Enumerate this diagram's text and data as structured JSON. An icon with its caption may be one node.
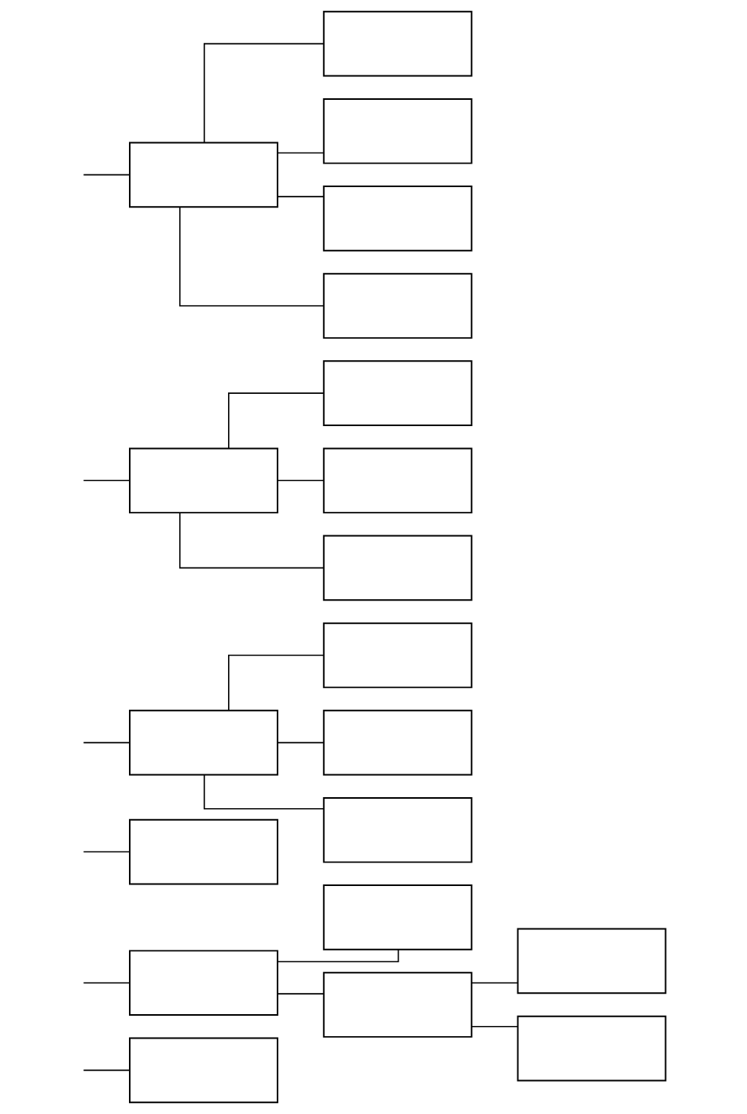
{
  "diagram": {
    "nodes": [
      {
        "text": [],
        "shape": "box"
      },
      {
        "text": [],
        "shape": "box"
      },
      {
        "text": [],
        "shape": "box"
      },
      {
        "text": [],
        "shape": "box"
      },
      {
        "text": [],
        "shape": "box"
      },
      {
        "text": [],
        "shape": "box"
      },
      {
        "text": [],
        "shape": "box"
      },
      {
        "text": [],
        "shape": "box"
      },
      {
        "text": [],
        "shape": "box"
      },
      {
        "text": [],
        "shape": "box"
      },
      {
        "text": [],
        "shape": "box"
      },
      {
        "text": [],
        "shape": "box"
      },
      {
        "text": [],
        "shape": "box"
      },
      {
        "text": [],
        "shape": "box"
      },
      {
        "text": [],
        "shape": "box"
      },
      {
        "text": [],
        "shape": "box"
      },
      {
        "text": [],
        "shape": "box"
      },
      {
        "text": [],
        "shape": "box"
      },
      {
        "text": [],
        "shape": "box"
      },
      {
        "text": [],
        "shape": "box"
      }
    ],
    "edges": [
      {
        "from": null,
        "to": 0,
        "arrow": "none"
      },
      {
        "from": null,
        "to": 1,
        "arrow": "none"
      },
      {
        "from": 1,
        "to": 2,
        "arrow": "none"
      },
      {
        "from": 1,
        "to": 3,
        "arrow": "none"
      },
      {
        "from": 3,
        "to": 4,
        "arrow": "none"
      },
      {
        "from": 3,
        "to": 5,
        "arrow": "none"
      },
      {
        "from": null,
        "to": 6,
        "arrow": "none"
      },
      {
        "from": null,
        "to": 7,
        "arrow": "none"
      },
      {
        "from": 7,
        "to": 8,
        "arrow": "none"
      },
      {
        "from": 7,
        "to": 9,
        "arrow": "none"
      },
      {
        "from": 7,
        "to": 10,
        "arrow": "none"
      },
      {
        "from": null,
        "to": 11,
        "arrow": "none"
      },
      {
        "from": 11,
        "to": 12,
        "arrow": "none"
      },
      {
        "from": 11,
        "to": 13,
        "arrow": "none"
      },
      {
        "from": 11,
        "to": 14,
        "arrow": "none"
      },
      {
        "from": null,
        "to": 15,
        "arrow": "none"
      },
      {
        "from": 15,
        "to": 16,
        "arrow": "none"
      },
      {
        "from": 15,
        "to": 17,
        "arrow": "none"
      },
      {
        "from": 15,
        "to": 18,
        "arrow": "none"
      },
      {
        "from": 15,
        "to": 19,
        "arrow": "none"
      }
    ]
  }
}
